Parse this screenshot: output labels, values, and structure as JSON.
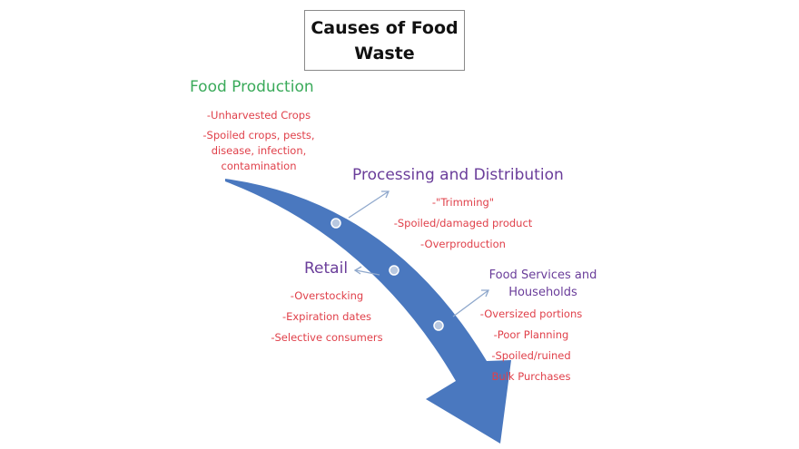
{
  "title": "Causes of Food Waste",
  "stages": {
    "food_production": {
      "heading": "Food Production",
      "items": [
        "-Unharvested  Crops",
        "-Spoiled crops, pests,",
        "disease, infection,",
        "contamination"
      ]
    },
    "processing": {
      "heading": "Processing and Distribution",
      "items": [
        "-\"Trimming\"",
        "-Spoiled/damaged product",
        "-Overproduction"
      ]
    },
    "retail": {
      "heading": "Retail",
      "items": [
        "-Overstocking",
        "-Expiration dates",
        "-Selective consumers"
      ]
    },
    "food_services": {
      "heading_line1": "Food Services and",
      "heading_line2": "Households",
      "items": [
        "-Oversized portions",
        "-Poor Planning",
        "-Spoiled/ruined",
        "Bulk Purchases"
      ]
    }
  },
  "colors": {
    "arrow": "#4a78bf",
    "heading_green": "#3aaa5a",
    "heading_purple": "#6a3d9a",
    "item_red": "#e0404a"
  }
}
